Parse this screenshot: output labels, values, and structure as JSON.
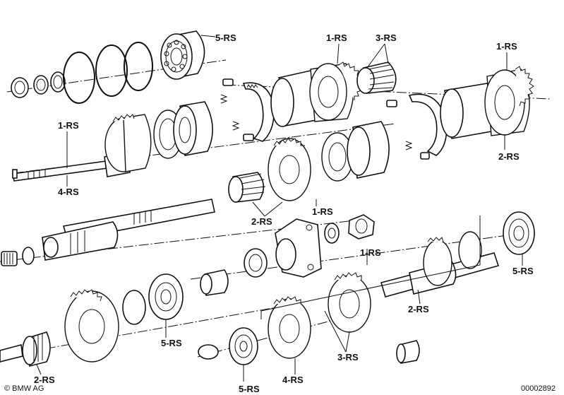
{
  "labels": {
    "lbl_5rs_top": "5-RS",
    "lbl_1rs_top": "1-RS",
    "lbl_3rs_top": "3-RS",
    "lbl_1rs_topright": "1-RS",
    "lbl_1rs_left": "1-RS",
    "lbl_4rs_left": "4-RS",
    "lbl_2rs_right": "2-RS",
    "lbl_2rs_mid": "2-RS",
    "lbl_1rs_mid": "1-RS",
    "lbl_1rs_center": "1-RS",
    "lbl_5rs_right": "5-RS",
    "lbl_2rs_lowright": "2-RS",
    "lbl_5rs_lowleft": "5-RS",
    "lbl_3rs_bottom": "3-RS",
    "lbl_4rs_bottom": "4-RS",
    "lbl_5rs_bottom": "5-RS",
    "lbl_2rs_bottomleft": "2-RS"
  },
  "footer": {
    "copyright": "© BMW AG",
    "diagram_number": "00002892"
  }
}
